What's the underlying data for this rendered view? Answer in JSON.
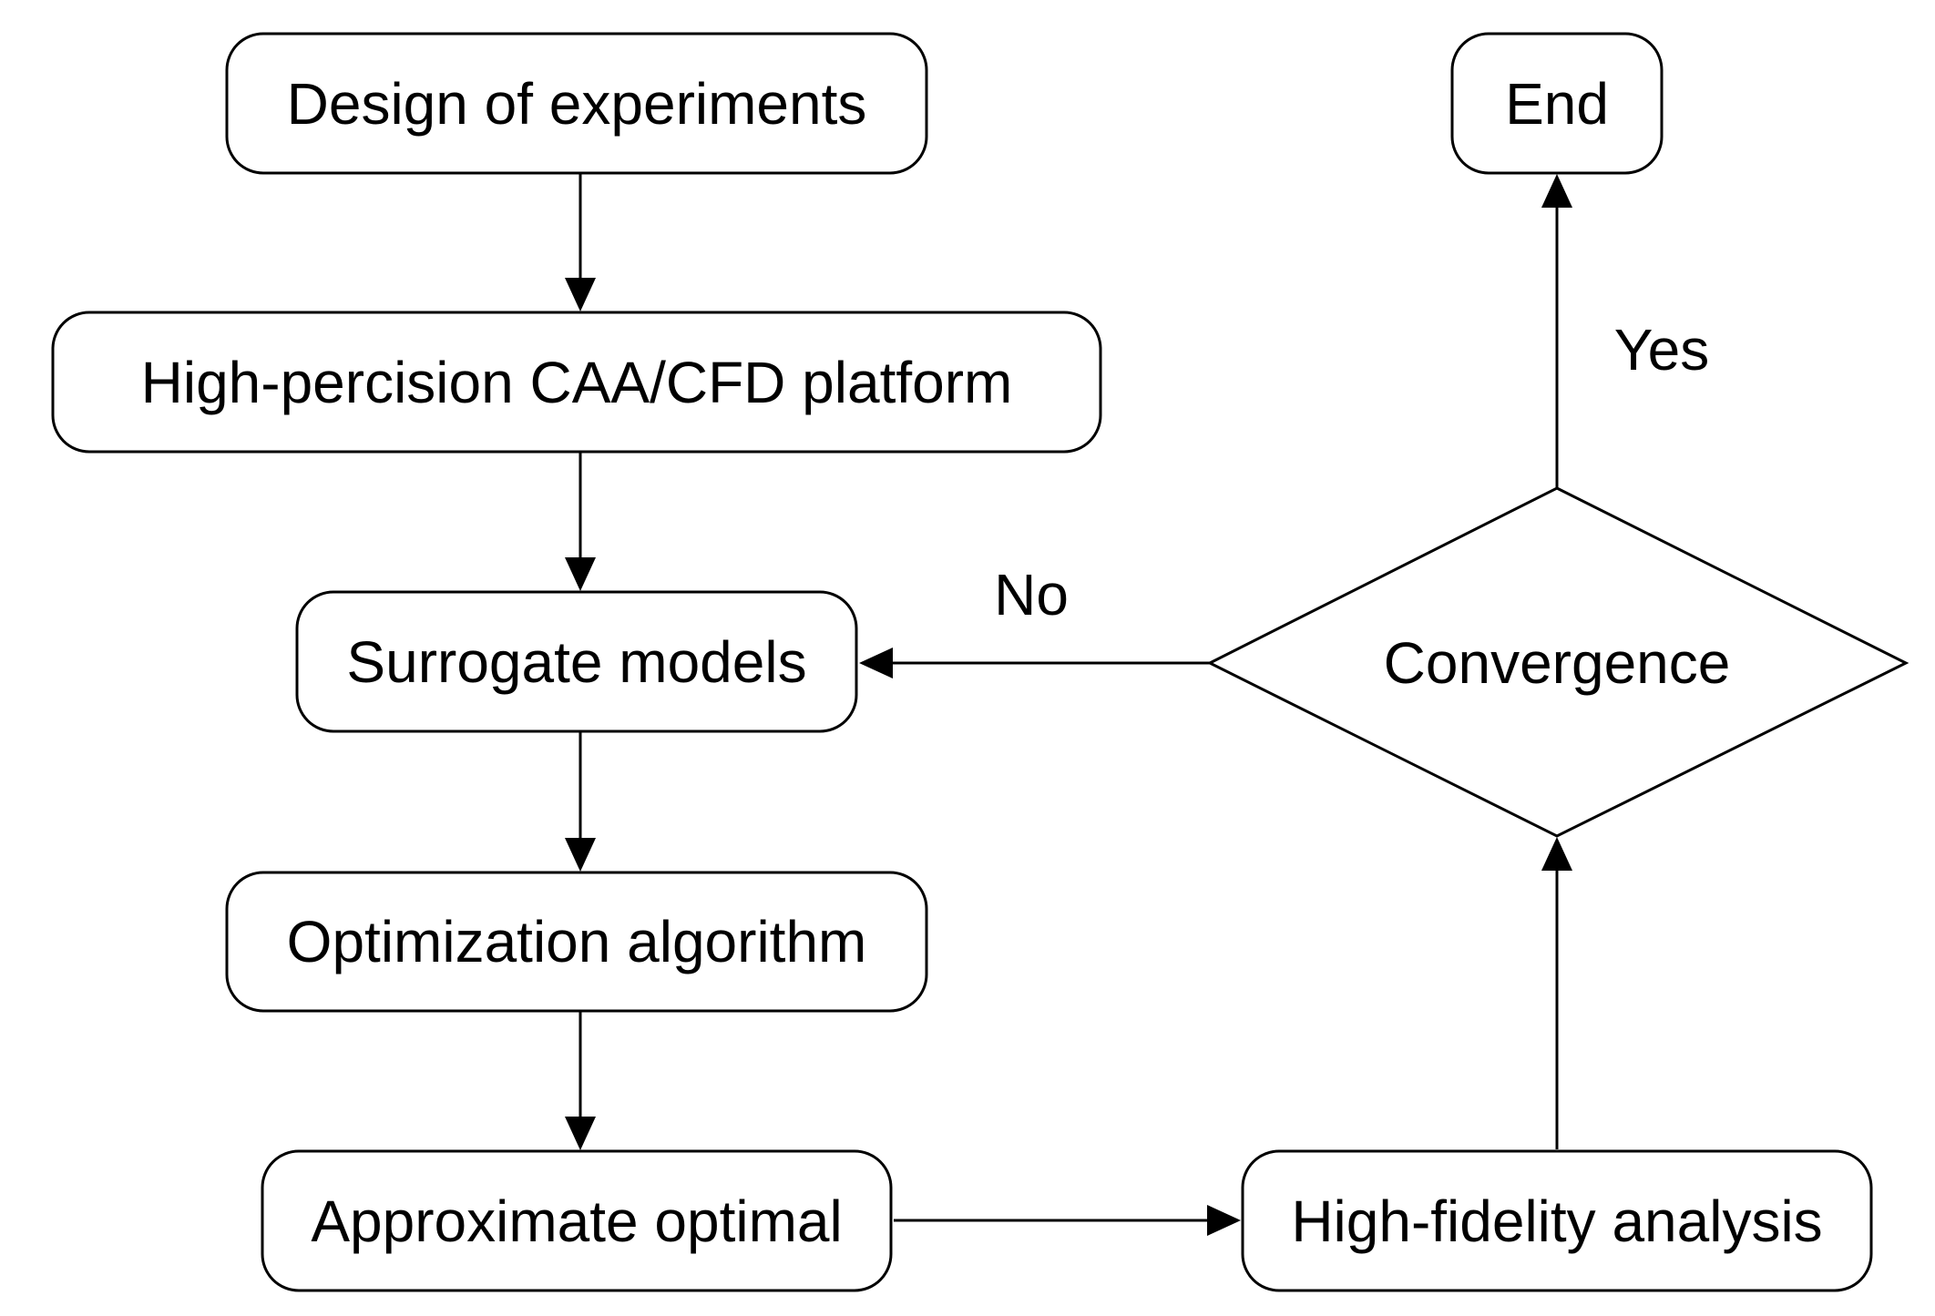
{
  "nodes": {
    "design": {
      "label": "Design of experiments"
    },
    "platform": {
      "label": "High-percision CAA/CFD platform"
    },
    "surrogate": {
      "label": "Surrogate models"
    },
    "optimization": {
      "label": "Optimization algorithm"
    },
    "approx": {
      "label": "Approximate optimal"
    },
    "highfi": {
      "label": "High-fidelity analysis"
    },
    "convergence": {
      "label": "Convergence"
    },
    "end": {
      "label": "End"
    }
  },
  "edges": {
    "no_label": "No",
    "yes_label": "Yes"
  },
  "colors": {
    "stroke": "#000000",
    "background": "#ffffff"
  }
}
